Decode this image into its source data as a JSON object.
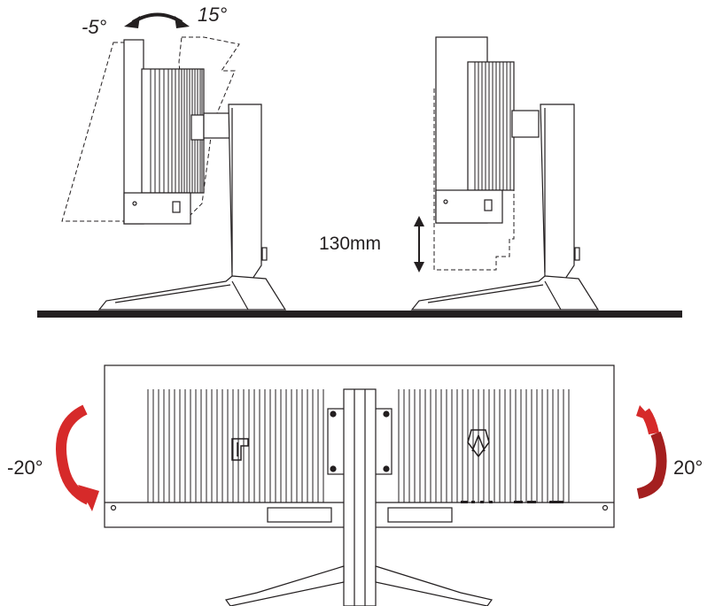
{
  "tilt": {
    "forward": "-5°",
    "backward": "15°"
  },
  "height": {
    "range": "130mm"
  },
  "swivel": {
    "left": "-20°",
    "right": "20°"
  },
  "colors": {
    "ink": "#231f20",
    "arrow_red": "#d62a2a",
    "arrow_dark_red": "#a41f1f",
    "floor": "#231f20"
  }
}
